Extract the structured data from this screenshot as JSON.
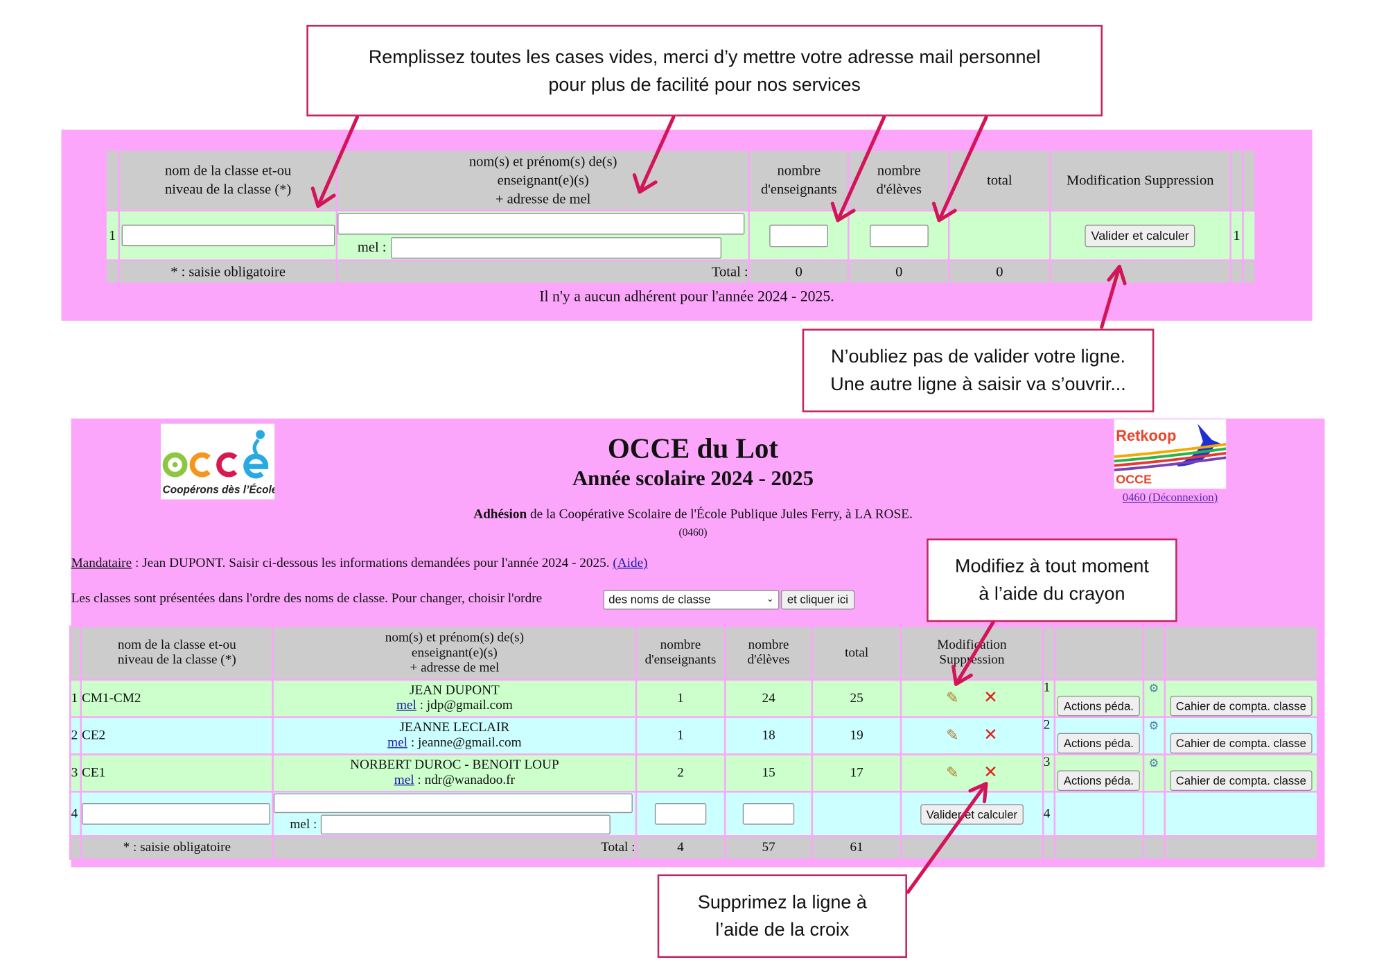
{
  "callouts": {
    "fill_all": [
      "Remplissez toutes les cases vides, merci d’y mettre votre adresse mail personnel",
      "pour plus de facilité pour nos services"
    ],
    "validate": [
      "N’oubliez pas de valider votre ligne.",
      "Une autre ligne à saisir va s’ouvrir..."
    ],
    "modify": [
      "Modifiez à tout moment",
      "à l’aide du crayon"
    ],
    "delete": [
      "Supprimez la ligne à",
      "l’aide de la croix"
    ]
  },
  "columns": {
    "class_name": [
      "nom de la classe et-ou",
      "niveau de la classe (*)"
    ],
    "teachers": [
      "nom(s) et prénom(s) de(s)",
      "enseignant(e)(s)",
      "+ adresse de mel"
    ],
    "nb_teachers": [
      "nombre",
      "d'enseignants"
    ],
    "nb_pupils": [
      "nombre",
      "d'élèves"
    ],
    "total": "total",
    "modif": "Modification",
    "suppr": "Suppression",
    "modif_suppr": "Modification Suppression"
  },
  "top_form": {
    "row_number": "1",
    "mel_label": "mel :",
    "submit": "Valider et calculer",
    "required_note": "* : saisie obligatoire",
    "total_label": "Total :",
    "totals": [
      "0",
      "0",
      "0"
    ],
    "empty_message": "Il n'y a aucun adhérent pour l'année 2024 - 2025."
  },
  "header": {
    "logo_caption": "Coopérons dès l’École",
    "title": "OCCE du Lot",
    "subtitle": "Année scolaire 2024 - 2025",
    "adhesion_bold": "Adhésion",
    "adhesion_text": " de la Coopérative Scolaire de l'École Publique Jules Ferry, à LA ROSE.",
    "code": "(0460)",
    "retkoop_logo": "Retkoop OCCE",
    "logout_link": "0460 (Déconnexion)"
  },
  "intro": {
    "mandataire_label": "Mandataire",
    "mandataire_text": " : Jean DUPONT. Saisir ci-dessous les informations demandées pour l'année 2024 - 2025. ",
    "help_link": "(Aide)",
    "order_text": "Les classes sont présentées dans l'ordre des noms de classe. Pour changer, choisir l'ordre",
    "order_select": "des noms de classe",
    "order_button": "et cliquer ici"
  },
  "classes": [
    {
      "n": "1",
      "name": "CM1-CM2",
      "teacher": "JEAN DUPONT",
      "mel_link": "mel",
      "email": " : jdp@gmail.com",
      "nb_teachers": "1",
      "nb_pupils": "24",
      "total": "25"
    },
    {
      "n": "2",
      "name": "CE2",
      "teacher": "JEANNE LECLAIR",
      "mel_link": "mel",
      "email": " : jeanne@gmail.com",
      "nb_teachers": "1",
      "nb_pupils": "18",
      "total": "19"
    },
    {
      "n": "3",
      "name": "CE1",
      "teacher": "NORBERT DUROC - BENOIT LOUP",
      "mel_link": "mel",
      "email": " : ndr@wanadoo.fr",
      "nb_teachers": "2",
      "nb_pupils": "15",
      "total": "17"
    }
  ],
  "row_actions": {
    "peda": "Actions péda.",
    "compta": "Cahier de compta. classe"
  },
  "new_row": {
    "n": "4",
    "mel_label": "mel :",
    "submit": "Valider et calculer"
  },
  "bottom_totals": {
    "required_note": "* : saisie obligatoire",
    "label": "Total :",
    "nb_teachers": "4",
    "nb_pupils": "57",
    "total": "61"
  },
  "colors": {
    "panel": "#fba6fb",
    "row_green": "#ccffcc",
    "row_cyan": "#ccffff",
    "header_gray": "#cccccc",
    "callout_border": "#c2255f",
    "arrow": "#d4145a"
  }
}
